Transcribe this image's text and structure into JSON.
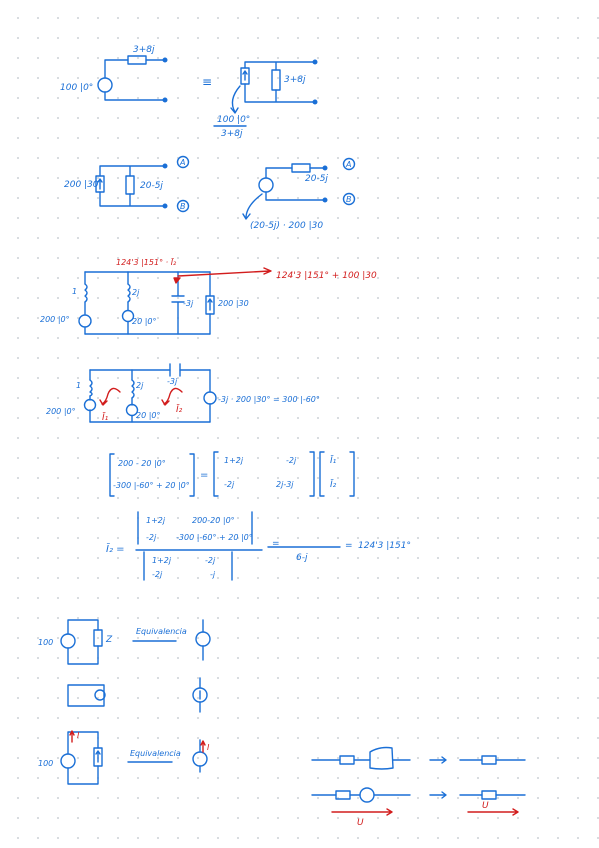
{
  "colors": {
    "ink_blue": "#1a6fd6",
    "ink_red": "#d21d1d",
    "page": "#ffffff",
    "grid_dot": "#cfd3d8"
  },
  "s1": {
    "src": "100 |0°",
    "z": "3+8j",
    "eq": "≡",
    "z_right": "3+8j",
    "i_num": "100 |0°",
    "i_den": "3+8j"
  },
  "s2": {
    "isrc": "200 |30",
    "z": "20-5j",
    "node_a": "A",
    "node_b": "B",
    "z_right": "20-5j",
    "v_expr": "(20-5j) · 200 |30"
  },
  "s3": {
    "i_label": "124'3 |151° · Ī₂",
    "result": "124'3 |151°  + 100 |30",
    "v1": "200 |0°",
    "z1": "1",
    "z2": "2j",
    "v2": "20 |0°",
    "z3": "-3j",
    "is": "200 |30"
  },
  "s4": {
    "v1": "200 |0°",
    "z1": "1",
    "z2": "2j",
    "z3": "-3j",
    "v2": "20 |0°",
    "v3": "-3j · 200 |30° = 300 |-60°",
    "i1": "Ī₁",
    "i2": "Ī₂"
  },
  "matrix": {
    "l1": "200 - 20 |0°",
    "l2": "-300 |-60° + 20 |0°",
    "eq": "=",
    "a11": "1+2j",
    "a12": "-2j",
    "a21": "-2j",
    "a22": "2j-3j",
    "x1": "Ī₁",
    "x2": "Ī₂"
  },
  "cramer": {
    "lhs": "Ī₂ =",
    "n11": "1+2j",
    "n12": "200-20 |0°",
    "n21": "-2j",
    "n22": "-300 |-60° + 20 |0°",
    "d11": "1+2j",
    "d12": "-2j",
    "d21": "-2j",
    "d22": "-j",
    "eq1": "=",
    "mid_den": "6-j",
    "eq2": "=",
    "result": "124'3 |151°"
  },
  "s5": {
    "v": "100",
    "z": "Z",
    "label": "Equivalencia"
  },
  "s7": {
    "v": "100",
    "i": "I",
    "label": "Equivalencia",
    "i_right": "I"
  },
  "s8": {
    "u": "U",
    "u2": "U"
  }
}
